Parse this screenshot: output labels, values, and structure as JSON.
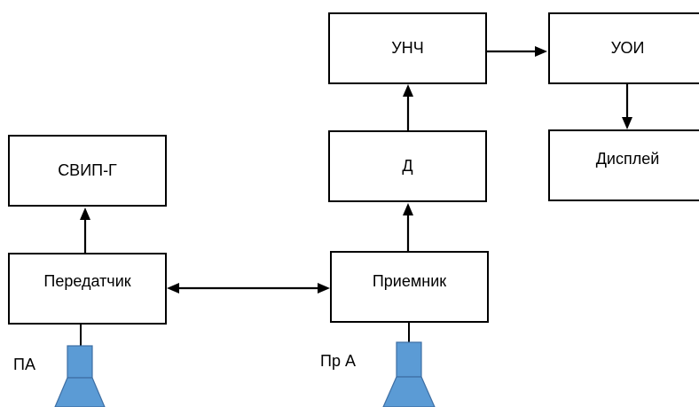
{
  "blocks": {
    "unch": "УНЧ",
    "uoi": "УОИ",
    "display": "Дисплей",
    "detector": "Д",
    "sweep_generator": "СВИП-Г",
    "transmitter": "Передатчик",
    "receiver": "Приемник"
  },
  "antennas": {
    "transmit_label": "ПА",
    "receive_label": "Пр А",
    "fill_color": "#5b9bd5"
  },
  "colors": {
    "line": "#000000",
    "block_border": "#000000",
    "background": "#ffffff"
  }
}
